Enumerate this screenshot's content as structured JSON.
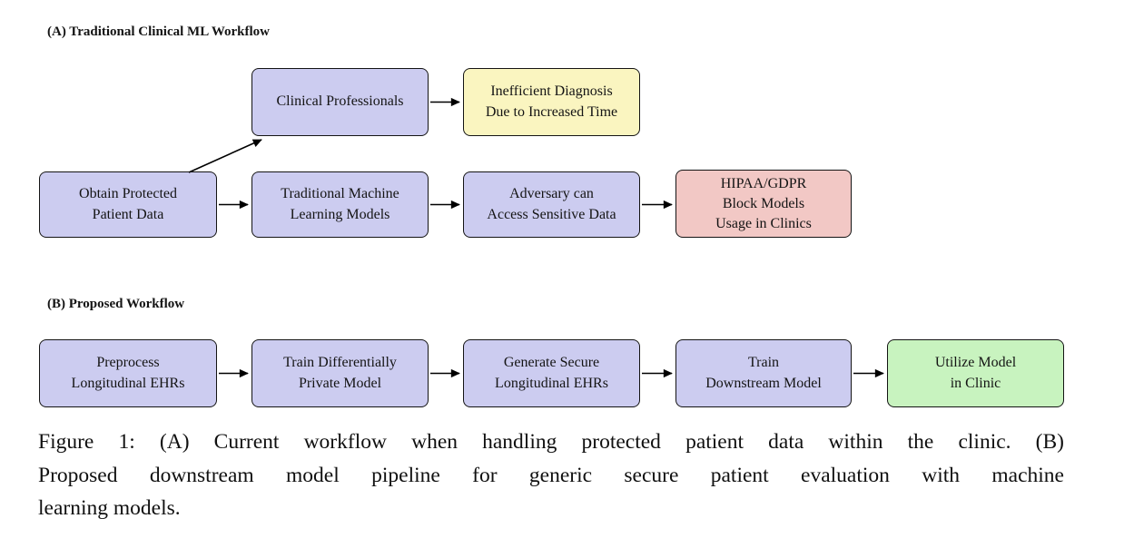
{
  "figure": {
    "section_a": {
      "label": "(A) Traditional Clinical ML Workflow",
      "nodes": {
        "obtain_protected": {
          "text": "Obtain Protected\nPatient Data",
          "fill": "#CCCCF0"
        },
        "clinical_professionals": {
          "text": "Clinical Professionals",
          "fill": "#CCCCF0"
        },
        "inefficient_diagnosis": {
          "text": "Inefficient Diagnosis\nDue to Increased Time",
          "fill": "#FAF5C0"
        },
        "traditional_ml": {
          "text": "Traditional Machine\nLearning Models",
          "fill": "#CCCCF0"
        },
        "adversary": {
          "text": "Adversary can\nAccess Sensitive Data",
          "fill": "#CCCCF0"
        },
        "hipaa_gdpr": {
          "text": "HIPAA/GDPR\nBlock Models\nUsage in Clinics",
          "fill": "#F2C8C5"
        }
      }
    },
    "section_b": {
      "label": "(B) Proposed Workflow",
      "nodes": {
        "preprocess": {
          "text": "Preprocess\nLongitudinal EHRs",
          "fill": "#CCCCF0"
        },
        "train_dp": {
          "text": "Train Differentially\nPrivate Model",
          "fill": "#CCCCF0"
        },
        "generate_secure": {
          "text": "Generate Secure\nLongitudinal EHRs",
          "fill": "#CCCCF0"
        },
        "train_downstream": {
          "text": "Train\nDownstream Model",
          "fill": "#CCCCF0"
        },
        "utilize_model": {
          "text": "Utilize Model\nin Clinic",
          "fill": "#C8F3BF"
        }
      }
    },
    "caption": {
      "lines": [
        "Figure 1: (A) Current workflow when handling protected patient data within the clinic. (B)",
        "Proposed downstream model pipeline for generic secure patient evaluation with machine",
        "learning models."
      ]
    },
    "colors": {
      "node_default": "#CCCCF0",
      "warning_yellow": "#FAF5C0",
      "blocked_pink": "#F2C8C5",
      "success_green": "#C8F3BF",
      "border": "#141414",
      "arrow": "#000000"
    }
  }
}
